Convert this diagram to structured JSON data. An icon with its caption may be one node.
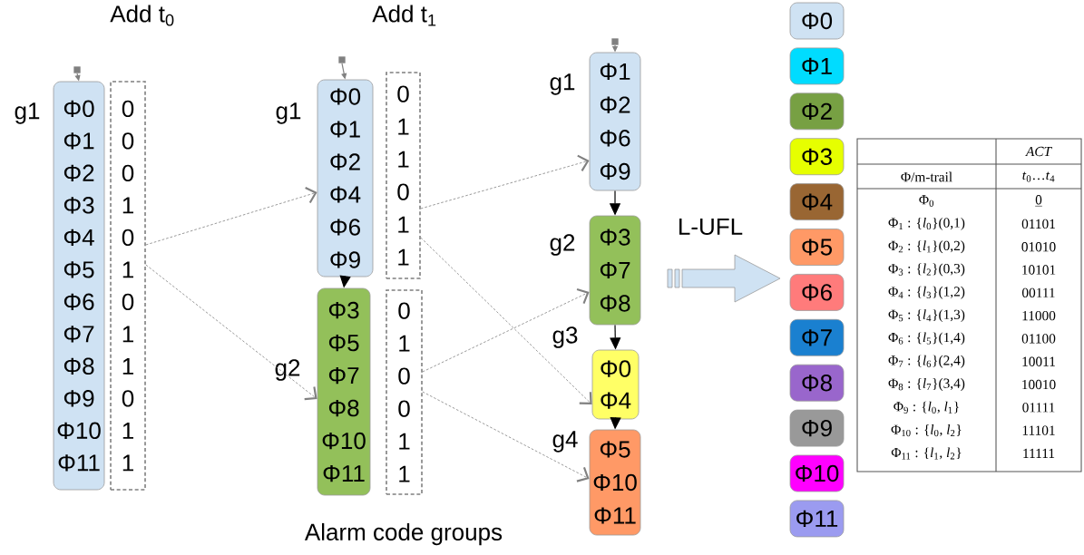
{
  "diagram": {
    "nodes": [
      {
        "text": [
          "Φ0",
          "Φ1",
          "Φ2",
          "Φ3",
          "Φ4",
          "Φ5",
          "Φ6",
          "Φ7",
          "Φ8",
          "Φ9",
          "Φ10",
          "Φ11"
        ],
        "beside": [
          "g1"
        ]
      },
      {
        "text": [
          "0",
          "0",
          "0",
          "1",
          "0",
          "1",
          "0",
          "1",
          "1",
          "0",
          "1",
          "1"
        ]
      },
      {
        "text": [
          "Φ0",
          "Φ1",
          "Φ2",
          "Φ4",
          "Φ6",
          "Φ9"
        ],
        "beside": [
          "g1"
        ]
      },
      {
        "text": [
          "0",
          "1",
          "1",
          "0",
          "1",
          "1"
        ]
      },
      {
        "text": [
          "Φ3",
          "Φ5",
          "Φ7",
          "Φ8",
          "Φ10",
          "Φ11"
        ],
        "beside": [
          "g2"
        ]
      },
      {
        "text": [
          "0",
          "1",
          "0",
          "0",
          "1",
          "1"
        ]
      },
      {
        "text": [
          "Φ1",
          "Φ2",
          "Φ6",
          "Φ9"
        ],
        "beside": [
          "g1"
        ]
      },
      {
        "text": [
          "Φ3",
          "Φ7",
          "Φ8"
        ],
        "beside": [
          "g2"
        ]
      },
      {
        "text": [
          "Φ0",
          "Φ4"
        ],
        "beside": [
          "g3"
        ]
      },
      {
        "text": [
          "Φ5",
          "Φ10",
          "Φ11"
        ],
        "beside": [
          "g4"
        ]
      },
      {
        "text": [
          "Φ0"
        ]
      },
      {
        "text": [
          "Φ1"
        ]
      },
      {
        "text": [
          "Φ2"
        ]
      },
      {
        "text": [
          "Φ3"
        ]
      },
      {
        "text": [
          "Φ4"
        ]
      },
      {
        "text": [
          "Φ5"
        ]
      },
      {
        "text": [
          "Φ6"
        ]
      },
      {
        "text": [
          "Φ7"
        ]
      },
      {
        "text": [
          "Φ8"
        ]
      },
      {
        "text": [
          "Φ9"
        ]
      },
      {
        "text": [
          "Φ10"
        ]
      },
      {
        "text": [
          "Φ11"
        ]
      },
      {
        "text": [],
        "shape": "box"
      },
      {
        "text": [],
        "shape": "box"
      },
      {
        "text": [],
        "shape": "box"
      }
    ],
    "edges": [
      {
        "from": 22,
        "to": 0,
        "arrow": "to"
      },
      {
        "from": 23,
        "to": 2,
        "arrow": "to"
      },
      {
        "from": 24,
        "to": 6,
        "arrow": "to"
      },
      {
        "from": 1,
        "to": 2,
        "arrow": "to",
        "style": "dashed"
      },
      {
        "from": 1,
        "to": 4,
        "arrow": "to",
        "style": "dashed"
      },
      {
        "from": 3,
        "to": 6,
        "arrow": "to",
        "style": "dashed"
      },
      {
        "from": 3,
        "to": 8,
        "arrow": "to",
        "style": "dashed"
      },
      {
        "from": 5,
        "to": 7,
        "arrow": "to",
        "style": "dashed"
      },
      {
        "from": 5,
        "to": 9,
        "arrow": "to",
        "style": "dashed"
      },
      {
        "from": 2,
        "to": 4,
        "arrow": "to",
        "color": "#000000"
      },
      {
        "from": 6,
        "to": 7,
        "arrow": "to",
        "color": "#000000"
      },
      {
        "from": 7,
        "to": 8,
        "arrow": "to",
        "color": "#000000"
      },
      {
        "from": 8,
        "to": 9,
        "arrow": "to",
        "color": "#000000"
      }
    ],
    "labels": [
      "Add t$_{0}$",
      "Add t$_{1}$",
      "L-UFL",
      "ACT",
      "Φ/m-trail",
      "*t*$_{0}$…*t*$_{4}$",
      "Φ$_{0}$",
      "0",
      "Φ$_{1}$ : {*l*$_{0}$}(0,1)",
      "01101",
      "Φ$_{2}$ : {*l*$_{1}$}(0,2)",
      "01010",
      "Φ$_{3}$ : {*l*$_{2}$}(0,3)",
      "10101",
      "Φ$_{4}$ : {*l*$_{3}$}(1,2)",
      "00111",
      "Φ$_{5}$ : {*l*$_{4}$}(1,3)",
      "11000",
      "Φ$_{6}$ : {*l*$_{5}$}(1,4)",
      "01100",
      "Φ$_{7}$ : {*l*$_{6}$}(2,4)",
      "10011",
      "Φ$_{8}$ : {*l*$_{7}$}(3,4)",
      "10010",
      "Φ$_{9}$ : {*l*$_{0}$, *l*$_{1}$}",
      "01111",
      "Φ$_{10}$ : {*l*$_{0}$, *l*$_{2}$}",
      "11101",
      "Φ$_{11}$ : {*l*$_{1}$, *l*$_{2}$}",
      "11111",
      "Alarm code groups"
    ]
  }
}
